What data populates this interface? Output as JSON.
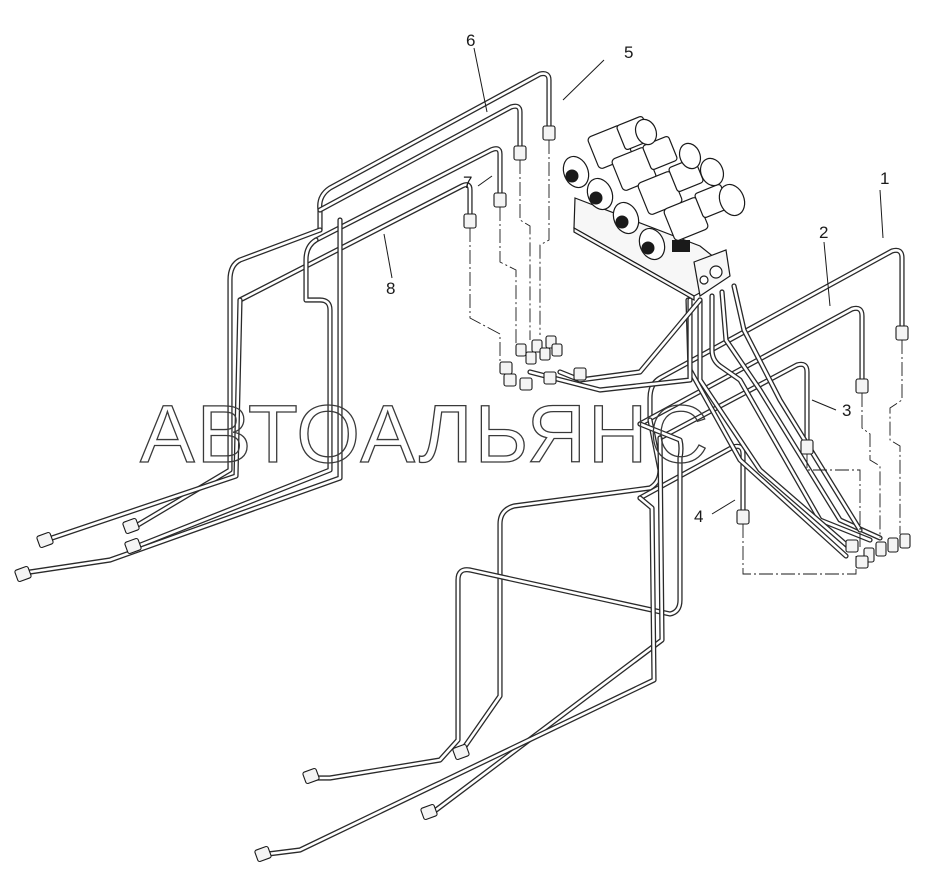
{
  "watermark": "АВТОАЛЬЯНС",
  "callouts": {
    "c1": "1",
    "c2": "2",
    "c3": "3",
    "c4": "4",
    "c5": "5",
    "c6": "6",
    "c7": "7",
    "c8": "8"
  },
  "colors": {
    "line": "#1a1a1a",
    "background": "#ffffff"
  }
}
